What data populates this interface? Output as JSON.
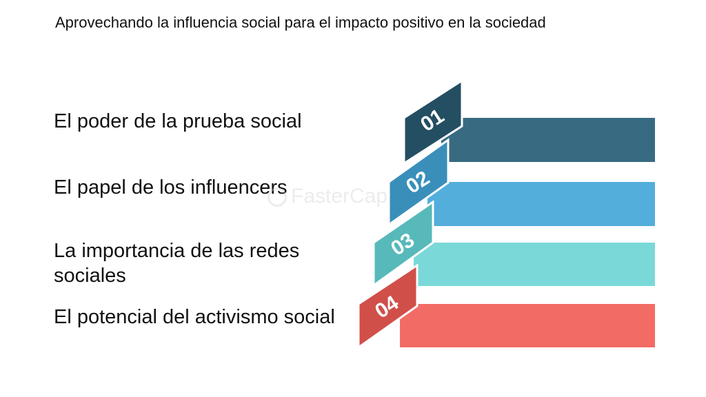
{
  "title": "Aprovechando la influencia social para el impacto positivo en la sociedad",
  "watermark": "FasterCapital",
  "items": [
    {
      "number": "01",
      "label": "El poder de la prueba social",
      "color": "#386b82",
      "tab_shade": "#244e62"
    },
    {
      "number": "02",
      "label": "El papel de los influencers",
      "color": "#53aedb",
      "tab_shade": "#3a8fba"
    },
    {
      "number": "03",
      "label": "La importancia de las redes sociales",
      "color": "#7bd8d8",
      "tab_shade": "#57b9ba"
    },
    {
      "number": "04",
      "label": "El potencial del activismo social",
      "color": "#f26c65",
      "tab_shade": "#d14f49"
    }
  ]
}
